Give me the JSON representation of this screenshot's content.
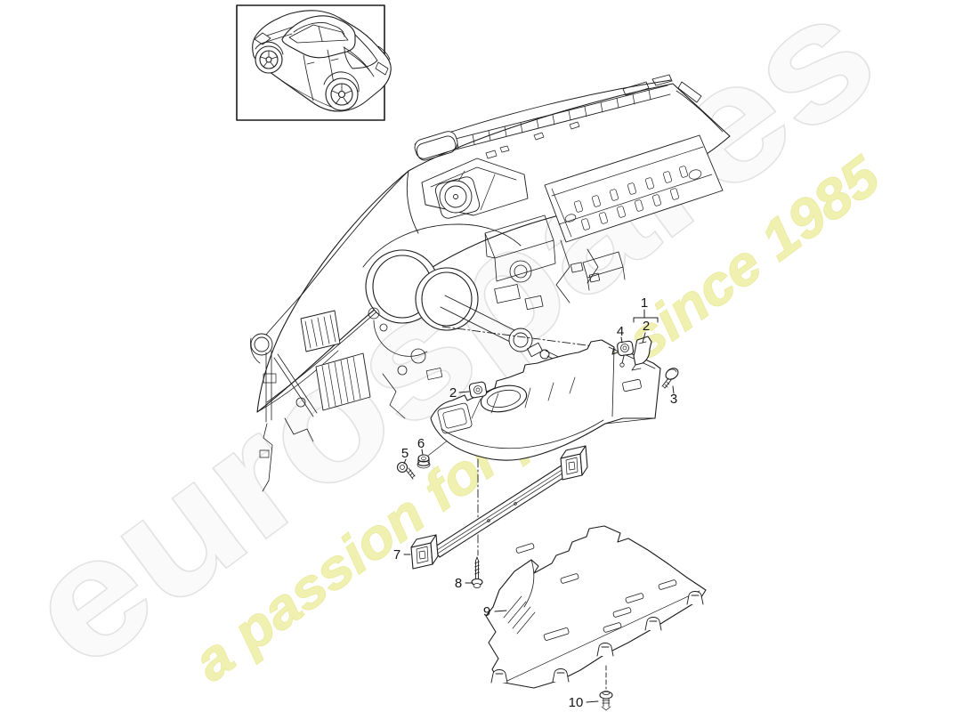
{
  "colors": {
    "line": "#1c1c1c",
    "background": "#ffffff"
  },
  "watermark": {
    "brand": "eurospares",
    "tagline": "a passion for parts since 1985",
    "brand_fill": "#fafafa",
    "brand_stroke": "#e2e2e2",
    "tagline_color": "#efefa8"
  },
  "callouts": [
    {
      "label": "1"
    },
    {
      "label": "2"
    },
    {
      "label": "4"
    },
    {
      "label": "3"
    },
    {
      "label": "2"
    },
    {
      "label": "5"
    },
    {
      "label": "6"
    },
    {
      "label": "7"
    },
    {
      "label": "8"
    },
    {
      "label": "9"
    },
    {
      "label": "10"
    }
  ]
}
